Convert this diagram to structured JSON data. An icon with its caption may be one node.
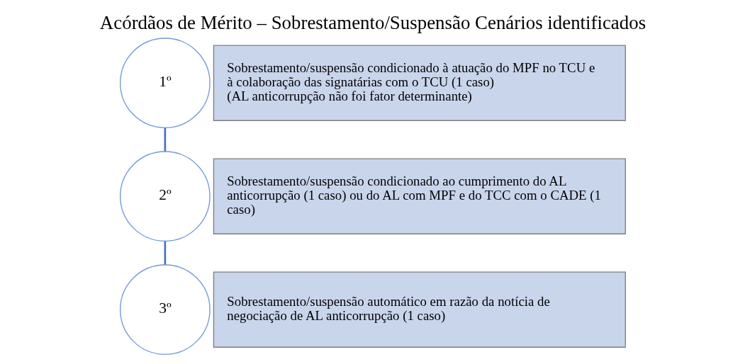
{
  "diagram": {
    "title": "Acórdãos de Mérito – Sobrestamento/Suspensão Cenários identificados",
    "nodes": [
      {
        "text": [
          "1º"
        ]
      },
      {
        "text": [
          "Sobrestamento/suspensão condicionado à atuação do MPF no TCU e à colaboração das signatárias com o TCU (1 caso)",
          "(AL anticorrupção não foi fator determinante)"
        ]
      },
      {
        "text": [
          "2º"
        ]
      },
      {
        "text": [
          "Sobrestamento/suspensão condicionado ao cumprimento do AL anticorrupção (1 caso) ou do AL com MPF e do TCC com o CADE (1 caso)"
        ]
      },
      {
        "text": [
          "3º"
        ]
      },
      {
        "text": [
          "Sobrestamento/suspensão automático em razão da notícia de negociação de AL anticorrupção (1 caso)"
        ]
      }
    ],
    "edges": [
      {
        "from": 0,
        "to": 2,
        "arrow": "none"
      },
      {
        "from": 2,
        "to": 4,
        "arrow": "none"
      }
    ]
  }
}
